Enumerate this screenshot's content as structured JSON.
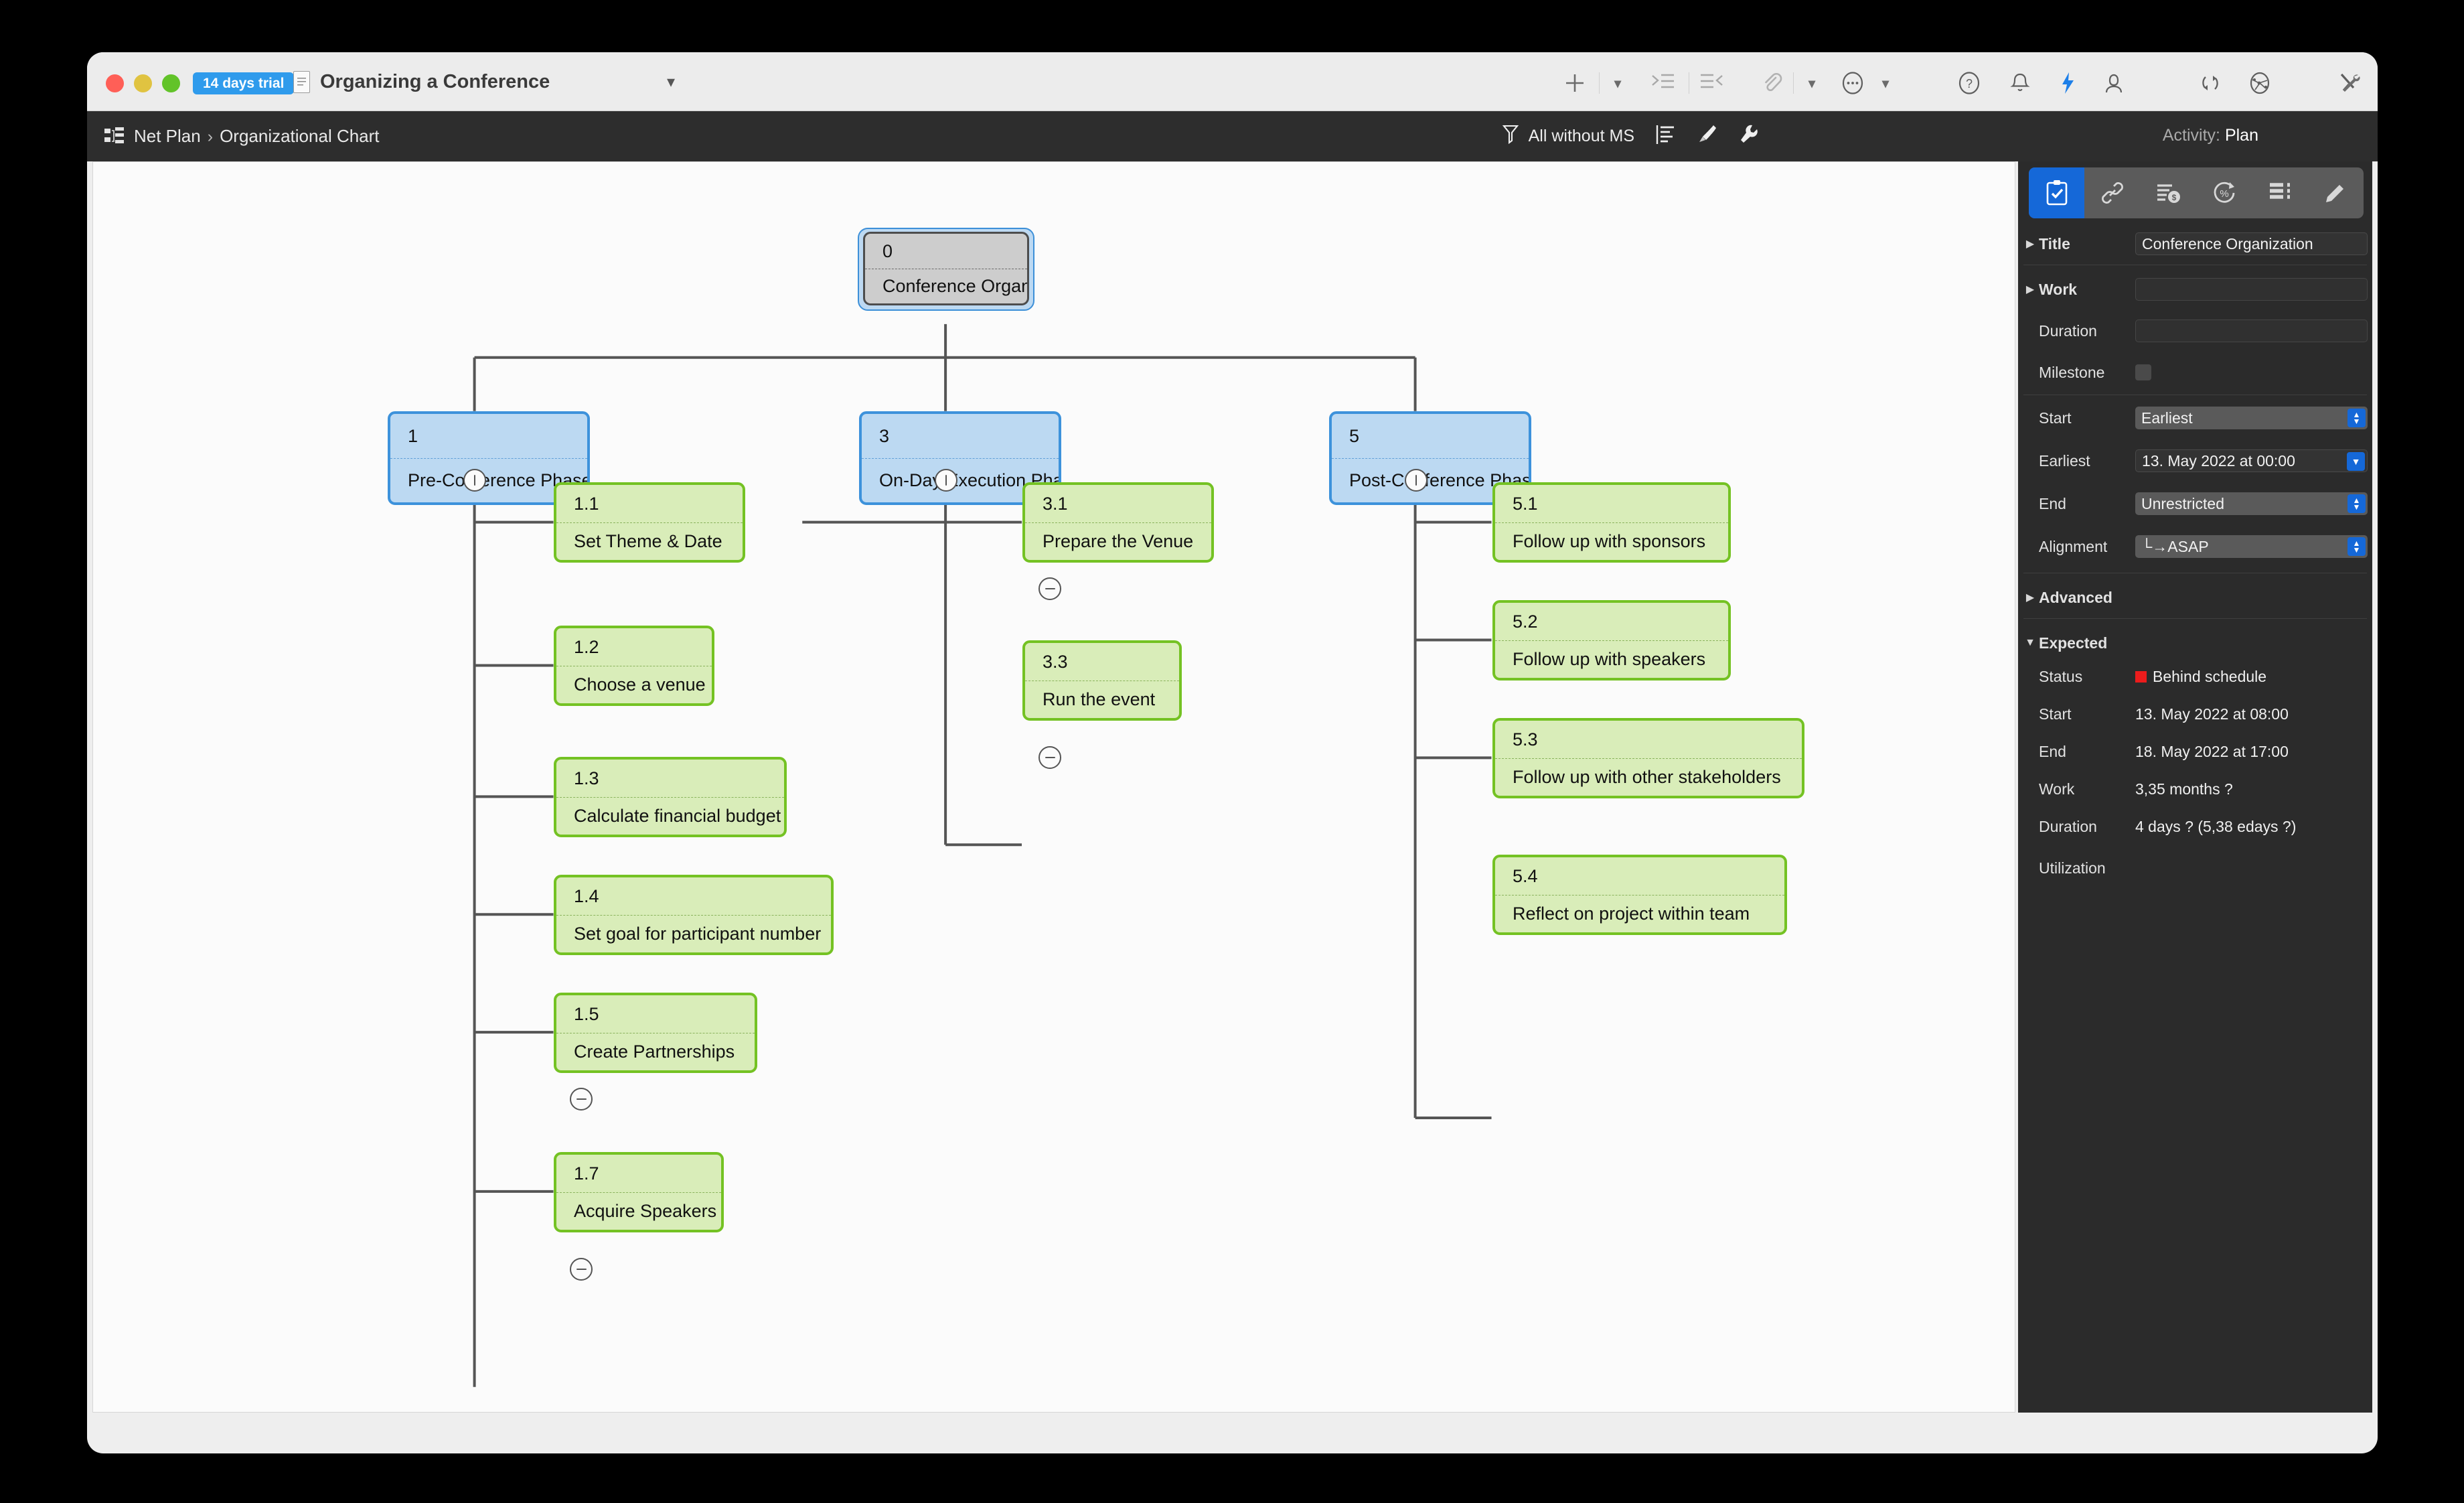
{
  "titlebar": {
    "trial_badge": "14 days trial",
    "document_title": "Organizing a Conference",
    "chevron": "⌄",
    "icons": {
      "doc": "document-icon",
      "add": "plus-icon",
      "add_chevron": "chevron-down-icon",
      "indent": "indent-icon",
      "outdent": "outdent-icon",
      "attach": "paperclip-icon",
      "attach_chevron": "chevron-down-icon",
      "more": "ellipsis-circle-icon",
      "more_chevron": "chevron-down-icon",
      "help": "question-circle-icon",
      "notifications": "bell-icon",
      "quick": "lightning-bolt-icon",
      "account": "person-icon",
      "sync": "refresh-icon",
      "network": "globe-network-icon",
      "tools": "tools-icon",
      "bottom_panel": "bottom-panel-icon",
      "right_panel": "right-panel-icon"
    }
  },
  "subbar": {
    "breadcrumb_root": "Net Plan",
    "breadcrumb_separator": "›",
    "breadcrumb_current": "Organizational Chart",
    "filter_label": "All without MS",
    "activity_label": "Activity:",
    "activity_value": "Plan",
    "icons": {
      "crumb": "org-chart-icon",
      "filter": "filter-funnel-icon",
      "outline": "outline-list-icon",
      "brush": "paintbrush-icon",
      "wrench": "wrench-icon"
    }
  },
  "chart": {
    "root": {
      "number": "0",
      "title": "Conference Organization",
      "selected": true
    },
    "phases": [
      {
        "number": "1",
        "title": "Pre-Conference Phase",
        "tasks": [
          {
            "number": "1.1",
            "title": "Set Theme & Date",
            "collapse": false
          },
          {
            "number": "1.2",
            "title": "Choose a venue",
            "collapse": false
          },
          {
            "number": "1.3",
            "title": "Calculate financial budget",
            "collapse": false
          },
          {
            "number": "1.4",
            "title": "Set goal for participant number",
            "collapse": false
          },
          {
            "number": "1.5",
            "title": "Create Partnerships",
            "collapse": true
          },
          {
            "number": "1.7",
            "title": "Acquire Speakers",
            "collapse": true
          }
        ]
      },
      {
        "number": "3",
        "title": "On-Day Execution Phase",
        "tasks": [
          {
            "number": "3.1",
            "title": "Prepare the Venue",
            "collapse": true
          },
          {
            "number": "3.3",
            "title": "Run the event",
            "collapse": true
          }
        ]
      },
      {
        "number": "5",
        "title": "Post-Conference Phase",
        "tasks": [
          {
            "number": "5.1",
            "title": "Follow up with sponsors",
            "collapse": false
          },
          {
            "number": "5.2",
            "title": "Follow up with speakers",
            "collapse": false
          },
          {
            "number": "5.3",
            "title": "Follow up with other stakeholders",
            "collapse": false
          },
          {
            "number": "5.4",
            "title": "Reflect on project within team",
            "collapse": false
          }
        ]
      }
    ],
    "colors": {
      "root_fill": "#cdcdcd",
      "root_border": "#4d4d4d",
      "phase_fill": "#bcd9f2",
      "phase_border": "#3d92db",
      "task_fill": "#d9edb9",
      "task_border": "#74c223",
      "connector": "#555555",
      "canvas_bg": "#fbfbfb"
    }
  },
  "inspector": {
    "tabs": [
      {
        "name": "clipboard-check-icon",
        "active": true
      },
      {
        "name": "link-icon",
        "active": false
      },
      {
        "name": "cost-list-icon",
        "active": false
      },
      {
        "name": "percent-progress-icon",
        "active": false
      },
      {
        "name": "list-icon",
        "active": false
      },
      {
        "name": "pencil-icon",
        "active": false
      }
    ],
    "title_label": "Title",
    "title_value": "Conference Organization",
    "work_label": "Work",
    "work_value": "",
    "duration_label": "Duration",
    "duration_value": "",
    "milestone_label": "Milestone",
    "start_label": "Start",
    "start_value": "Earliest",
    "earliest_label": "Earliest",
    "earliest_value": "13. May 2022 at 00:00",
    "end_label": "End",
    "end_value": "Unrestricted",
    "alignment_label": "Alignment",
    "alignment_value": "└→ASAP",
    "advanced_label": "Advanced",
    "expected_label": "Expected",
    "expected": {
      "status_label": "Status",
      "status_value": "Behind schedule",
      "status_color": "#ec1c1c",
      "start_label": "Start",
      "start_value": "13. May 2022 at 08:00",
      "end_label": "End",
      "end_value": "18. May 2022 at 17:00",
      "work_label": "Work",
      "work_value": "3,35 months ?",
      "duration_label": "Duration",
      "duration_value": "4 days ? (5,38 edays ?)",
      "utilization_label": "Utilization",
      "utilization_value": ""
    },
    "disclosure_closed": "▶",
    "disclosure_open": "▼",
    "accent_color": "#1568d8"
  }
}
